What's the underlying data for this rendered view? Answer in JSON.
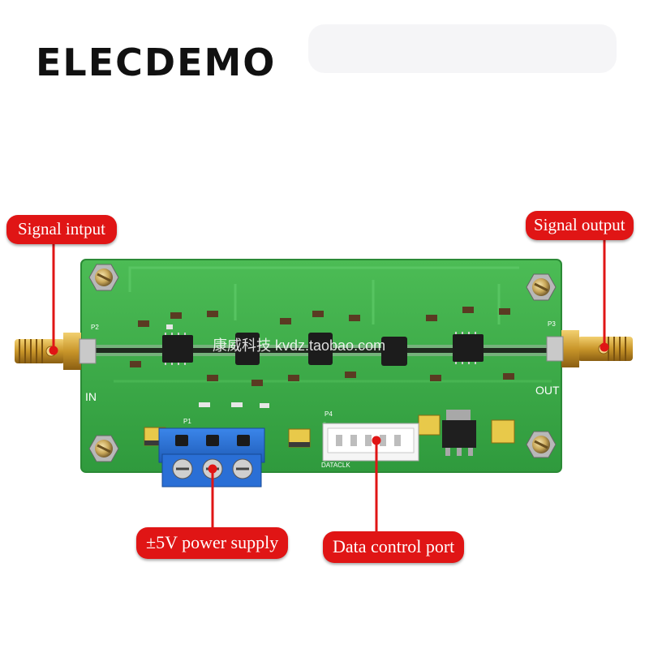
{
  "brand": {
    "text": "ELECDEMO"
  },
  "callouts": {
    "signal_input": "Signal intput",
    "signal_output": "Signal output",
    "power_supply": "±5V power supply",
    "data_port": "Data control port"
  },
  "board": {
    "watermark": "康威科技 kvdz.taobao.com",
    "in_label": "IN",
    "out_label": "OUT",
    "connector_labels": [
      "P1",
      "P2",
      "P3",
      "P4"
    ],
    "data_header_label": "DATACLK"
  },
  "colors": {
    "pcb_green": "#3fae47",
    "callout_red": "#e01515",
    "sma_gold": "#d9a93a",
    "terminal_blue": "#2a6fd6"
  }
}
